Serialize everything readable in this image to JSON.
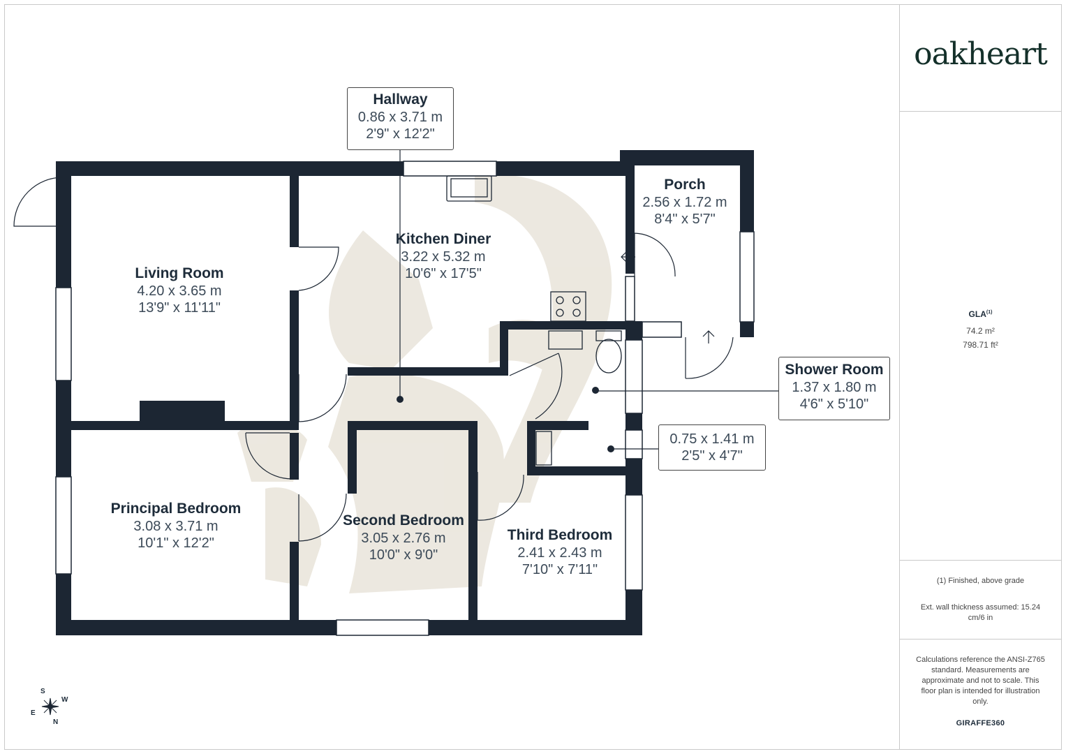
{
  "brand": {
    "logo_text": "oakheart",
    "footer_brand": "GIRAFFE360"
  },
  "area": {
    "label": "GLA",
    "label_sup": "(1)",
    "sqm": "74.2 m²",
    "sqft": "798.71 ft²"
  },
  "notes": {
    "finished": "(1) Finished, above grade",
    "wall": "Ext. wall thickness assumed: 15.24 cm/6 in",
    "calc": "Calculations reference the ANSI-Z765 standard. Measurements are approximate and not to scale. This floor plan is intended for illustration only."
  },
  "compass": {
    "s": "S",
    "w": "W",
    "e": "E",
    "n": "N"
  },
  "rooms": {
    "living": {
      "name": "Living Room",
      "metric": "4.20 x 3.65 m",
      "imperial": "13'9\" x 11'11\""
    },
    "kitchen": {
      "name": "Kitchen Diner",
      "metric": "3.22 x 5.32 m",
      "imperial": "10'6\" x 17'5\""
    },
    "porch": {
      "name": "Porch",
      "metric": "2.56 x 1.72 m",
      "imperial": "8'4\" x 5'7\""
    },
    "principal": {
      "name": "Principal Bedroom",
      "metric": "3.08 x 3.71 m",
      "imperial": "10'1\" x 12'2\""
    },
    "second": {
      "name": "Second Bedroom",
      "metric": "3.05 x 2.76 m",
      "imperial": "10'0\" x 9'0\""
    },
    "third": {
      "name": "Third Bedroom",
      "metric": "2.41 x 2.43 m",
      "imperial": "7'10\" x 7'11\""
    }
  },
  "callouts": {
    "hallway": {
      "name": "Hallway",
      "metric": "0.86 x 3.71 m",
      "imperial": "2'9\" x 12'2\""
    },
    "shower": {
      "name": "Shower Room",
      "metric": "1.37 x 1.80 m",
      "imperial": "4'6\" x 5'10\""
    },
    "store": {
      "metric": "0.75 x 1.41 m",
      "imperial": "2'5\" x 4'7\""
    }
  }
}
